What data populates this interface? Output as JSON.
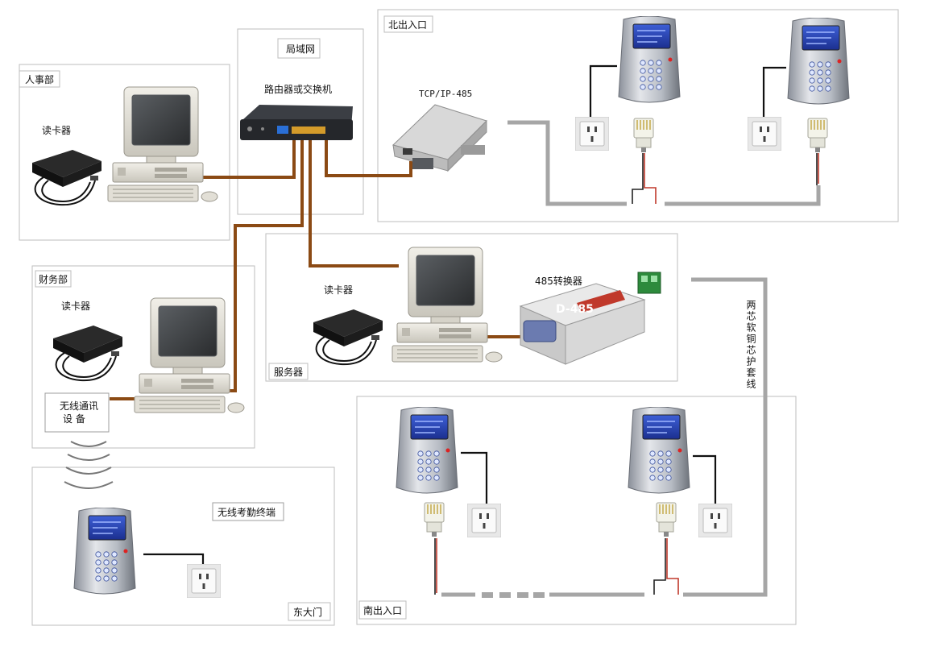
{
  "regions": {
    "hr": "人事部",
    "finance": "财务部",
    "lan": "局域网",
    "server": "服务器",
    "north": "北出入口",
    "south": "南出入口",
    "east_gate": "东大门"
  },
  "labels": {
    "router": "路由器或交换机",
    "tcp485": "TCP/IP-485",
    "conv485": "485转换器",
    "reader_hr": "读卡器",
    "reader_fin": "读卡器",
    "reader_srv": "读卡器",
    "wireless_dev_1": "无线通讯",
    "wireless_dev_2": "设  备",
    "wireless_term": "无线考勤终端",
    "cable": "两芯软铜芯护套线",
    "converter_badge": "D-485"
  },
  "colors": {
    "network_cable": "#8b4a14",
    "bus_cable": "#a6a6a6",
    "frame_border": "#bdbdbd"
  },
  "icons": [
    "computer",
    "card-reader",
    "router",
    "tcp-ip-485-converter",
    "485-converter",
    "attendance-terminal",
    "power-outlet",
    "rj45-connector",
    "wireless-waves"
  ]
}
